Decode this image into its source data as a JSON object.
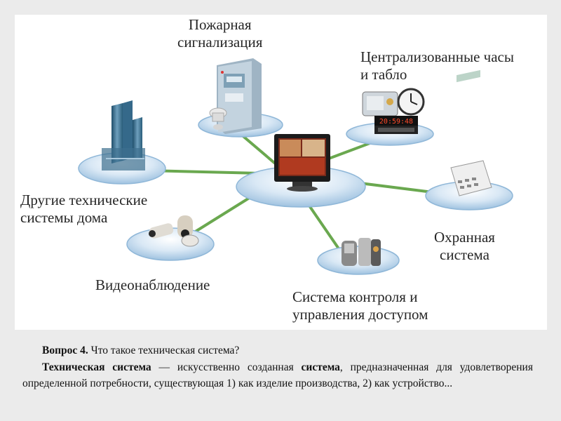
{
  "diagram": {
    "labels": {
      "fire_alarm": [
        "Пожарная",
        "сигнализация"
      ],
      "clocks": [
        "Централизованные часы",
        "и табло"
      ],
      "other_systems": [
        "Другие технические",
        "системы дома"
      ],
      "security": [
        "Охранная",
        "система"
      ],
      "video": [
        "Видеонаблюдение"
      ],
      "access": [
        "Система контроля и",
        "управления доступом"
      ]
    },
    "clock_readout": "20:59:48",
    "colors": {
      "connector": "#6aa84f",
      "platform": "#cfe3f3",
      "platform_edge": "#8fb7d8"
    },
    "icons": [
      "monitor-icon",
      "fire-panel-icon",
      "smoke-detector-icon",
      "clock-icon",
      "digital-display-icon",
      "keypad-icon",
      "access-reader-icon",
      "camera-icon",
      "buildings-icon"
    ]
  },
  "text": {
    "question_bold": "Вопрос 4.",
    "question_text": " Что такое техническая система?",
    "term_bold": "Техническая система",
    "def_part1": " — искусственно созданная ",
    "def_bold2": "система",
    "def_part2": ", предназначенная для удовлетворения определенной потребности, существующая 1) как изделие производства, 2) как устройство..."
  }
}
